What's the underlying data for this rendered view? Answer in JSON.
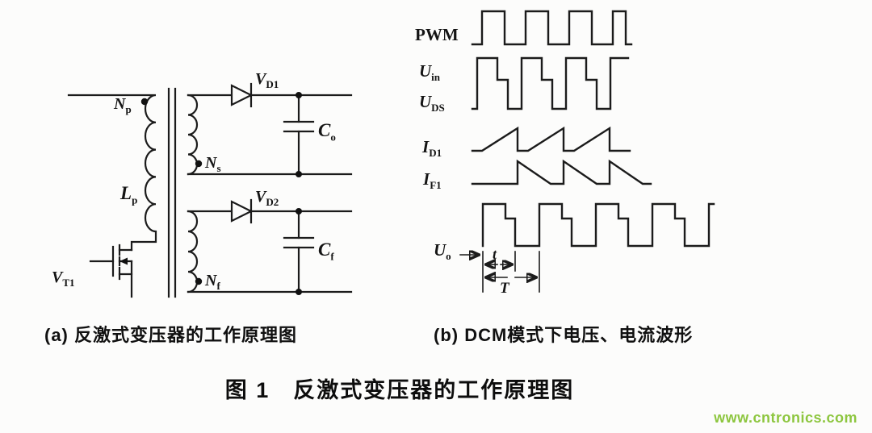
{
  "circuit": {
    "caption": "(a) 反激式变压器的工作原理图",
    "labels": {
      "np": {
        "main": "N",
        "sub": "p"
      },
      "lp": {
        "main": "L",
        "sub": "p"
      },
      "vt1": {
        "main": "V",
        "sub": "T1"
      },
      "ns": {
        "main": "N",
        "sub": "s"
      },
      "nf": {
        "main": "N",
        "sub": "f"
      },
      "vd1": {
        "main": "V",
        "sub": "D1"
      },
      "vd2": {
        "main": "V",
        "sub": "D2"
      },
      "co": {
        "main": "C",
        "sub": "o"
      },
      "cf": {
        "main": "C",
        "sub": "f"
      }
    }
  },
  "waveforms": {
    "caption": "(b) DCM模式下电压、电流波形",
    "labels": {
      "pwm": {
        "main": "PWM",
        "sub": ""
      },
      "uin": {
        "main": "U",
        "sub": "in"
      },
      "uds": {
        "main": "U",
        "sub": "DS"
      },
      "id1": {
        "main": "I",
        "sub": "D1"
      },
      "if1": {
        "main": "I",
        "sub": "F1"
      },
      "uo": {
        "main": "U",
        "sub": "o"
      },
      "t_marker": {
        "main": "t",
        "sub": ""
      },
      "T_marker": {
        "main": "T",
        "sub": ""
      }
    }
  },
  "figure": {
    "caption": "图 1　反激式变压器的工作原理图"
  },
  "watermark": {
    "text": "www.cntronics.com",
    "color": "#8dc63f"
  }
}
